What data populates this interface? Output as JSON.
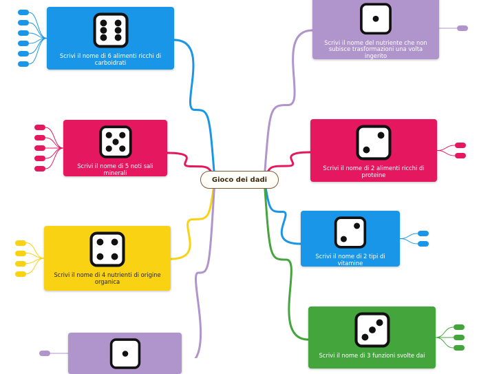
{
  "root": {
    "title": "Gioco dei dadi"
  },
  "colors": {
    "blue": "#1a96e8",
    "pink": "#e5175e",
    "yellow": "#fad214",
    "purple": "#b094cc",
    "green": "#43a53c"
  },
  "nodes": [
    {
      "id": "carbohydrates",
      "label": "Scrivi il nome di 6 alimenti ricchi di carboidrati",
      "color": "#1a96e8",
      "die": 6,
      "icon": "die-six-icon",
      "subitems": 6
    },
    {
      "id": "minerals",
      "label": "Scrivi il nome di 5 noti sali minerali",
      "color": "#e5175e",
      "die": 5,
      "icon": "die-five-icon",
      "subitems": 5
    },
    {
      "id": "organic-nutrients",
      "label": "Scrivi il nome di 4 nutrienti di origine organica",
      "color": "#fad214",
      "die": 4,
      "icon": "die-four-icon",
      "subitems": 4
    },
    {
      "id": "bottom-left",
      "label": "",
      "color": "#b094cc",
      "die": 1,
      "icon": "die-one-icon",
      "subitems": 1
    },
    {
      "id": "untransformed-nutrient",
      "label": "Scrivi il nome del nutriente che non subisce trasformazioni una volta ingerito",
      "color": "#b094cc",
      "die": 1,
      "icon": "die-one-icon",
      "subitems": 1
    },
    {
      "id": "proteins",
      "label": "Scrivi il nome di 2 alimenti ricchi di proteine",
      "color": "#e5175e",
      "die": 2,
      "icon": "die-two-icon",
      "subitems": 2
    },
    {
      "id": "vitamins",
      "label": "Scrivi il nome di 2 tipi di vitamine",
      "color": "#1a96e8",
      "die": 2,
      "icon": "die-two-icon",
      "subitems": 2
    },
    {
      "id": "functions",
      "label": "Scrivi il nome di 3 funzioni svolte dai",
      "color": "#43a53c",
      "die": 3,
      "icon": "die-three-icon",
      "subitems": 3
    }
  ]
}
